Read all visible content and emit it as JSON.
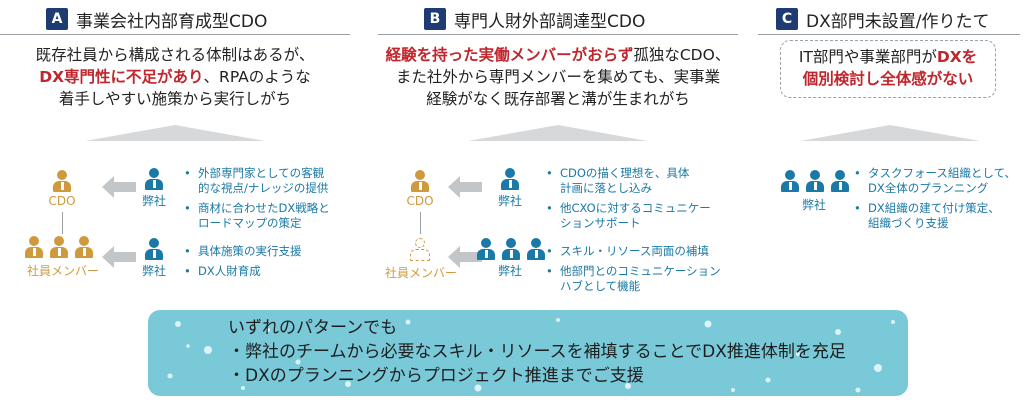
{
  "col_a": {
    "badge": "A",
    "title": "事業会社内部育成型CDO",
    "desc_line1": "既存社員から構成される体制はあるが、",
    "desc_line2_red": "DX専門性に不足があり",
    "desc_line2_rest": "、RPAのような",
    "desc_line3": "着手しやすい施策から実行しがち",
    "cdo_label": "CDO",
    "members_label": "社員メンバー",
    "support1_label": "弊社",
    "support2_label": "弊社",
    "bullets1": [
      "外部専門家としての客観",
      "的な視点/ナレッジの提供",
      "商材に合わせたDX戦略と",
      "ロードマップの策定"
    ],
    "bullets2": [
      "具体施策の実行支援",
      "DX人財育成"
    ]
  },
  "col_b": {
    "badge": "B",
    "title": "専門人財外部調達型CDO",
    "desc_line1_red": "経験を持った実働メンバーがおらず",
    "desc_line1_rest": "孤独なCDO、",
    "desc_line2": "また社外から専門メンバーを集めても、実事業",
    "desc_line3": "経験がなく既存部署と溝が生まれがち",
    "cdo_label": "CDO",
    "members_label": "社員メンバー",
    "support1_label": "弊社",
    "support2_label": "弊社",
    "bullets1": [
      "CDOの描く理想を、具体",
      "計画に落とし込み",
      "他CXOに対するコミュニケー",
      "ションサポート"
    ],
    "bullets2": [
      "スキル・リソース両面の補填",
      "他部門とのコミュニケーション",
      "ハブとして機能"
    ]
  },
  "col_c": {
    "badge": "C",
    "title": "DX部門未設置/作りたて",
    "desc_line1_a": "IT部門や事業部門が",
    "desc_line1_red": "DXを",
    "desc_line2_red": "個別検討し全体感がない",
    "support_label": "弊社",
    "bullets": [
      "タスクフォース組織として、",
      "DX全体のプランニング",
      "DX組織の建て付け策定、",
      "組織づくり支援"
    ]
  },
  "bottom": {
    "line1": "いずれのパターンでも",
    "line2": "・弊社のチームから必要なスキル・リソースを補填することでDX推進体制を充足",
    "line3": "・DXのプランニングからプロジェクト推進までご支援"
  },
  "colors": {
    "badge": "#1f3b73",
    "accent_red": "#c0262d",
    "gold": "#cf9a3c",
    "blue": "#1a79a6",
    "bottom_bg": "#79c9d9"
  }
}
